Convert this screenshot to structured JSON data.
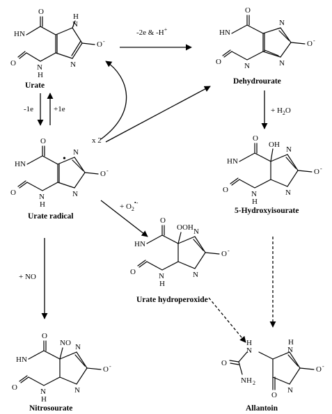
{
  "compounds": {
    "urate": "Urate",
    "dehydrourate": "Dehydrourate",
    "urate_radical": "Urate radical",
    "hydroxyisourate": "5-Hydroxyisourate",
    "urate_hydroperoxide": "Urate hydroperoxide",
    "nitrosourate": "Nitrosourate",
    "allantoin": "Allantoin"
  },
  "atoms": {
    "O": "O",
    "N": "N",
    "H": "H",
    "HN": "HN",
    "NH": "NH",
    "OH": "OH",
    "OOH": "OOH",
    "NO": "NO",
    "NH2": "NH",
    "two": "2",
    "minus": "-",
    "radical": "•"
  },
  "conditions": {
    "oxidation": "-2e & -H",
    "oxidation_sup": "+",
    "minus_e": "-1e",
    "plus_e": "+1e",
    "x2": "x 2",
    "water": "+ H",
    "water_sub": "2",
    "water_tail": "O",
    "superoxide": "+ O",
    "superoxide_sub": "2",
    "superoxide_sup": "•-",
    "no": "+ NO"
  }
}
